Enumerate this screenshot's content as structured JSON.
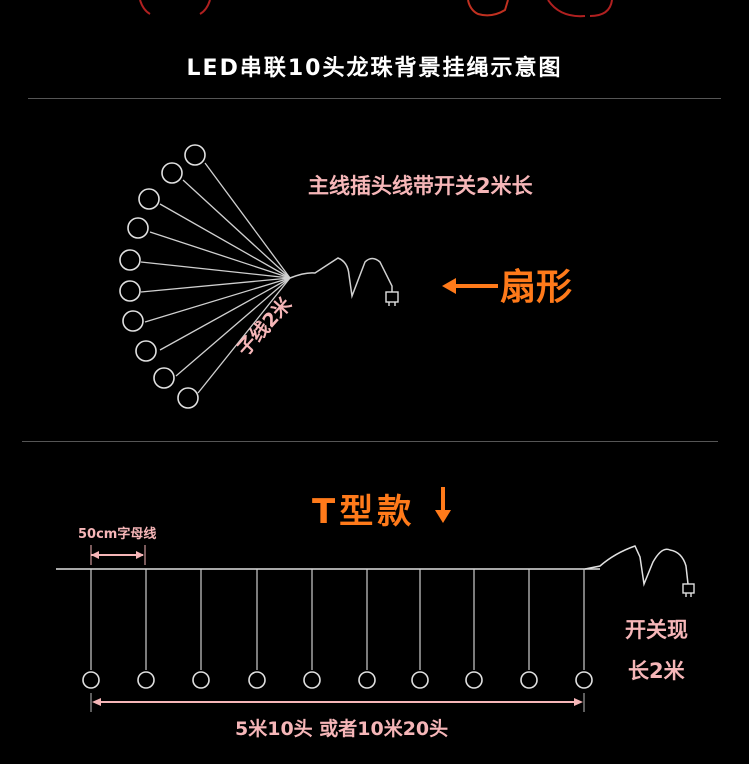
{
  "title": "LED串联10头龙珠背景挂绳示意图",
  "fan": {
    "main_cable_label": "主线插头线带开关2米长",
    "type_label": "扇形",
    "sub_line_label": "子线2米"
  },
  "t_type": {
    "label": "T型款",
    "spacing_label": "50cm字母线",
    "switch_label_line1": "开关现",
    "switch_label_line2": "长2米",
    "length_label": "5米10头 或者10米20头"
  },
  "colors": {
    "accent_orange": "#ff7a1a",
    "label_pink": "#f6b6b8",
    "wire": "#d8d8d8"
  }
}
